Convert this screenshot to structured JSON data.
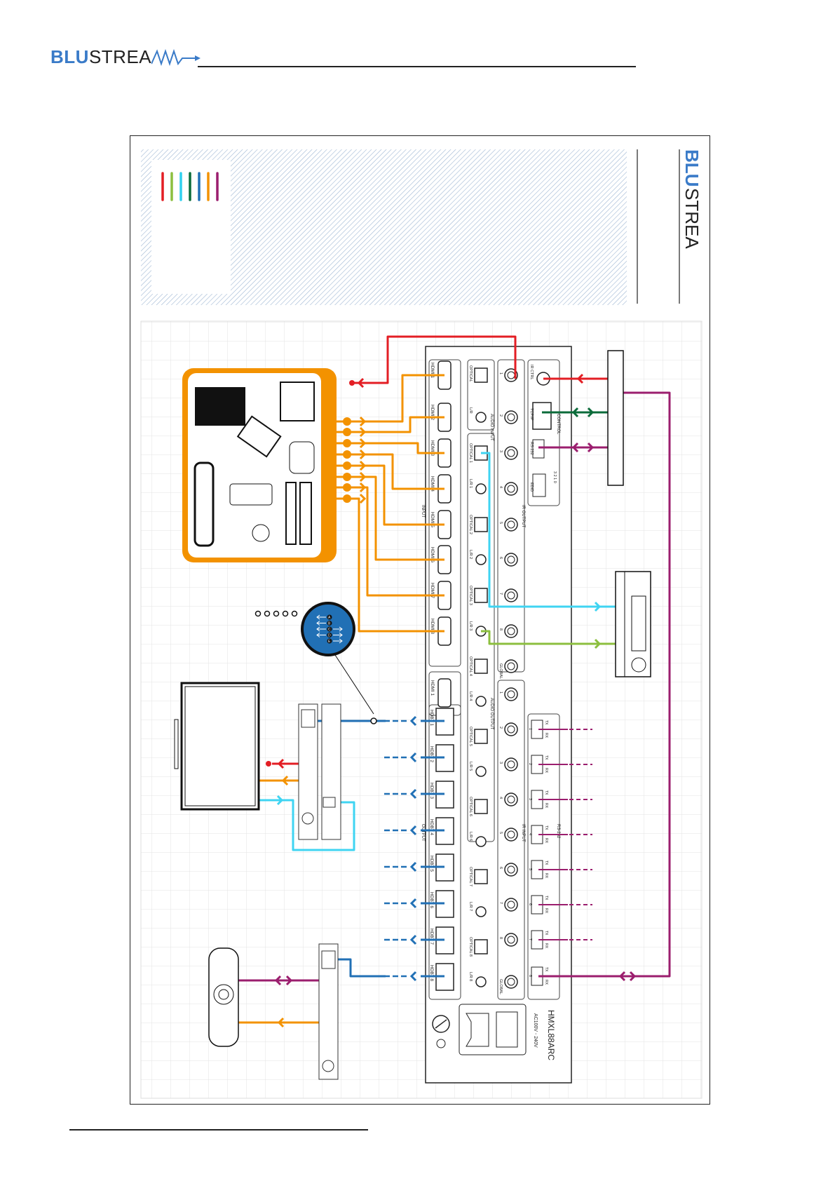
{
  "brand": {
    "bold": "BLU",
    "light": "STREA"
  },
  "diagram": {
    "title_block_brand_bold": "BLU",
    "title_block_brand_light": "STREA",
    "legend_colors": [
      "#e31e24",
      "#8cbf3f",
      "#2fd0ef",
      "#0b6b3a",
      "#2170b5",
      "#f39200",
      "#9b1e6e"
    ],
    "colors": {
      "ir": "#e31e24",
      "hdmi": "#f39200",
      "optical": "#3fd4f2",
      "analog": "#8cbf3f",
      "tcpip": "#0b6b3a",
      "hdbaset": "#2170b5",
      "rs232": "#9b1e6e",
      "source_box": "#f39200"
    },
    "matrix": {
      "model": "HMXL88ARC",
      "power": "AC100V - 240V",
      "hdmi_inputs": [
        "HDMI 1",
        "HDMI 2",
        "HDMI 3",
        "HDMI 4",
        "HDMI 5",
        "HDMI 6",
        "HDMI 7",
        "HDMI 8"
      ],
      "input_group_label": "INPUT",
      "hdmi_out_label": "HDMI 1",
      "hdbt_outputs": [
        "HDBT 1",
        "HDBT 2",
        "HDBT 3",
        "HDBT 4",
        "HDBT 5",
        "HDBT 6",
        "HDBT 7",
        "HDBT 8"
      ],
      "output_group_label": "OUTPUT",
      "audio_input_label": "AUDIO INPUT",
      "audio_input_ports": [
        "OPTICAL",
        "L/R",
        "OPTICAL 1",
        "L/R 1",
        "OPTICAL 2",
        "L/R 2",
        "OPTICAL 3",
        "L/R 3",
        "OPTICAL 4",
        "L/R 4"
      ],
      "audio_output_label": "AUDIO OUTPUT",
      "audio_output_ports": [
        "OPTICAL 5",
        "L/R 5",
        "OPTICAL 6",
        "L/R 6",
        "OPTICAL 7",
        "L/R 7",
        "OPTICAL 8",
        "L/R 8"
      ],
      "ir_output_label": "IR OUTPUT",
      "ir_output_ports": [
        "1",
        "2",
        "3",
        "4",
        "5",
        "6",
        "7",
        "8",
        "GLOBAL"
      ],
      "ir_input_label": "IR INPUT",
      "ir_input_ports": [
        "1",
        "2",
        "3",
        "4",
        "5",
        "6",
        "7",
        "8",
        "GLOBAL"
      ],
      "control_label": "CONTROL",
      "control_ports": [
        "IR CTRL",
        "TCP/IP",
        "RS-232",
        "EDID"
      ],
      "rs232_label": "RS-232",
      "rs232_ports": [
        "1",
        "2",
        "3",
        "4",
        "5",
        "6",
        "7",
        "8"
      ],
      "tx_label": "TX",
      "rx_label": "RX",
      "edid_switch": "3 2 1 0"
    },
    "dip_callout_letters": [
      "A",
      "B",
      "C",
      "D",
      "E"
    ]
  }
}
